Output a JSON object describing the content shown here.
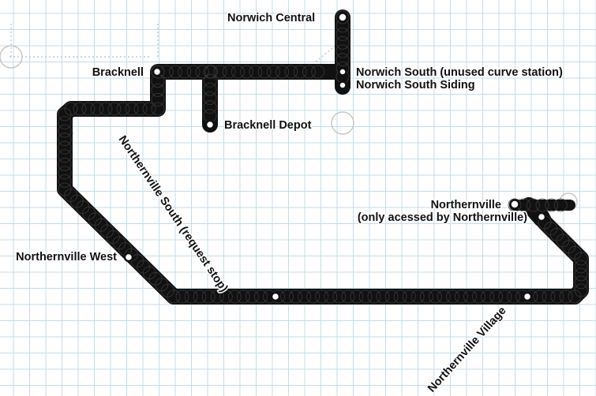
{
  "stations": [
    {
      "id": "norwich-central",
      "label": "Norwich Central"
    },
    {
      "id": "norwich-south",
      "label": "Norwich South (unused curve station)"
    },
    {
      "id": "norwich-south-siding",
      "label": "Norwich South Siding"
    },
    {
      "id": "bracknell",
      "label": "Bracknell"
    },
    {
      "id": "bracknell-depot",
      "label": "Bracknell Depot"
    },
    {
      "id": "northernville-south",
      "label": "Northernville South (request stop)"
    },
    {
      "id": "northernville-west",
      "label": "Northernville West"
    },
    {
      "id": "northernville",
      "label": "Northernville",
      "label_line2": "(only acessed by Northernville)"
    },
    {
      "id": "northernville-village",
      "label": "Northernville Village"
    }
  ],
  "colors": {
    "track": "#111111",
    "station_fill": "#ffffff",
    "grid": "#c4dcea",
    "ghost": "#bdbdbd"
  }
}
